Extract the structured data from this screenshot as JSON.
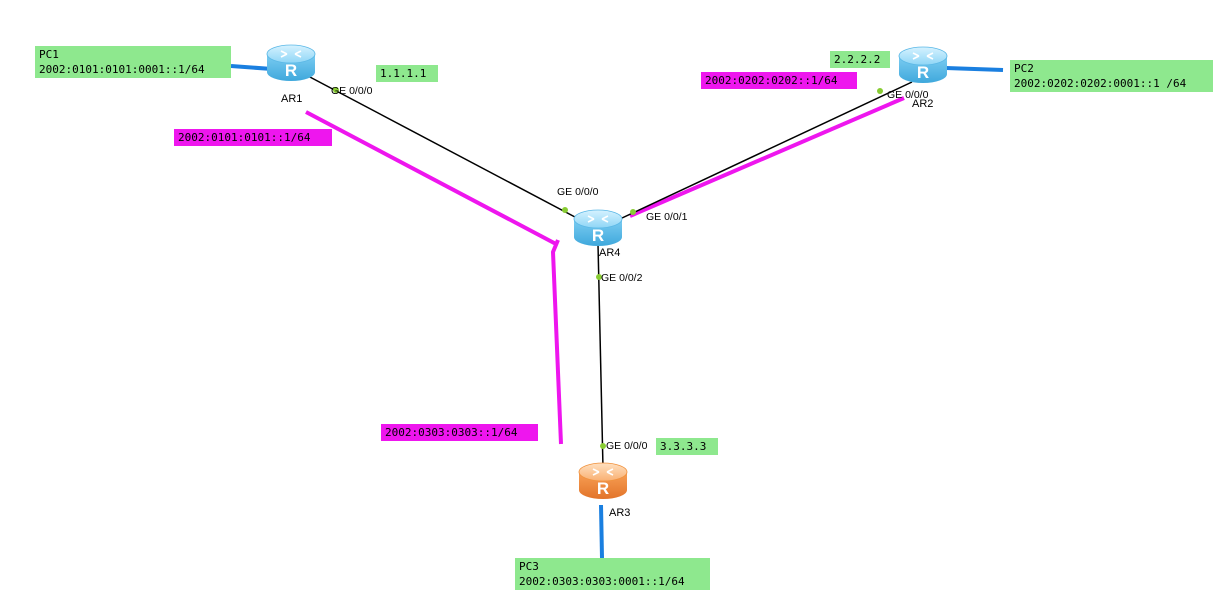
{
  "colors": {
    "link": "#000000",
    "access_link": "#1a7fe0",
    "route_highlight": "#ee16ee",
    "label_green": "#8ee88e",
    "label_magenta": "#ee16ee",
    "router_blue": "#6fc6ee",
    "router_orange": "#f0923e",
    "port_dot": "#88cc33"
  },
  "routers": {
    "ar1": {
      "name": "AR1",
      "icon": "router-icon",
      "loopback": "1.1.1.1"
    },
    "ar2": {
      "name": "AR2",
      "icon": "router-icon",
      "loopback": "2.2.2.2"
    },
    "ar3": {
      "name": "AR3",
      "icon": "router-icon",
      "loopback": "3.3.3.3"
    },
    "ar4": {
      "name": "AR4",
      "icon": "router-icon"
    }
  },
  "pcs": {
    "pc1": {
      "name": "PC1",
      "ip": "2002:0101:0101:0001::1/64"
    },
    "pc2": {
      "name": "PC2",
      "ip": "2002:0202:0202:0001::1 /64"
    },
    "pc3": {
      "name": "PC3",
      "ip": "2002:0303:0303:0001::1/64"
    }
  },
  "ports": {
    "ar1_ge000": "GE 0/0/0",
    "ar2_ge000": "GE 0/0/0",
    "ar3_ge000": "GE 0/0/0",
    "ar4_ge000": "GE 0/0/0",
    "ar4_ge001": "GE 0/0/1",
    "ar4_ge002": "GE 0/0/2"
  },
  "networks": {
    "net1": "2002:0101:0101::1/64",
    "net2": "2002:0202:0202::1/64",
    "net3": "2002:0303:0303::1/64"
  }
}
